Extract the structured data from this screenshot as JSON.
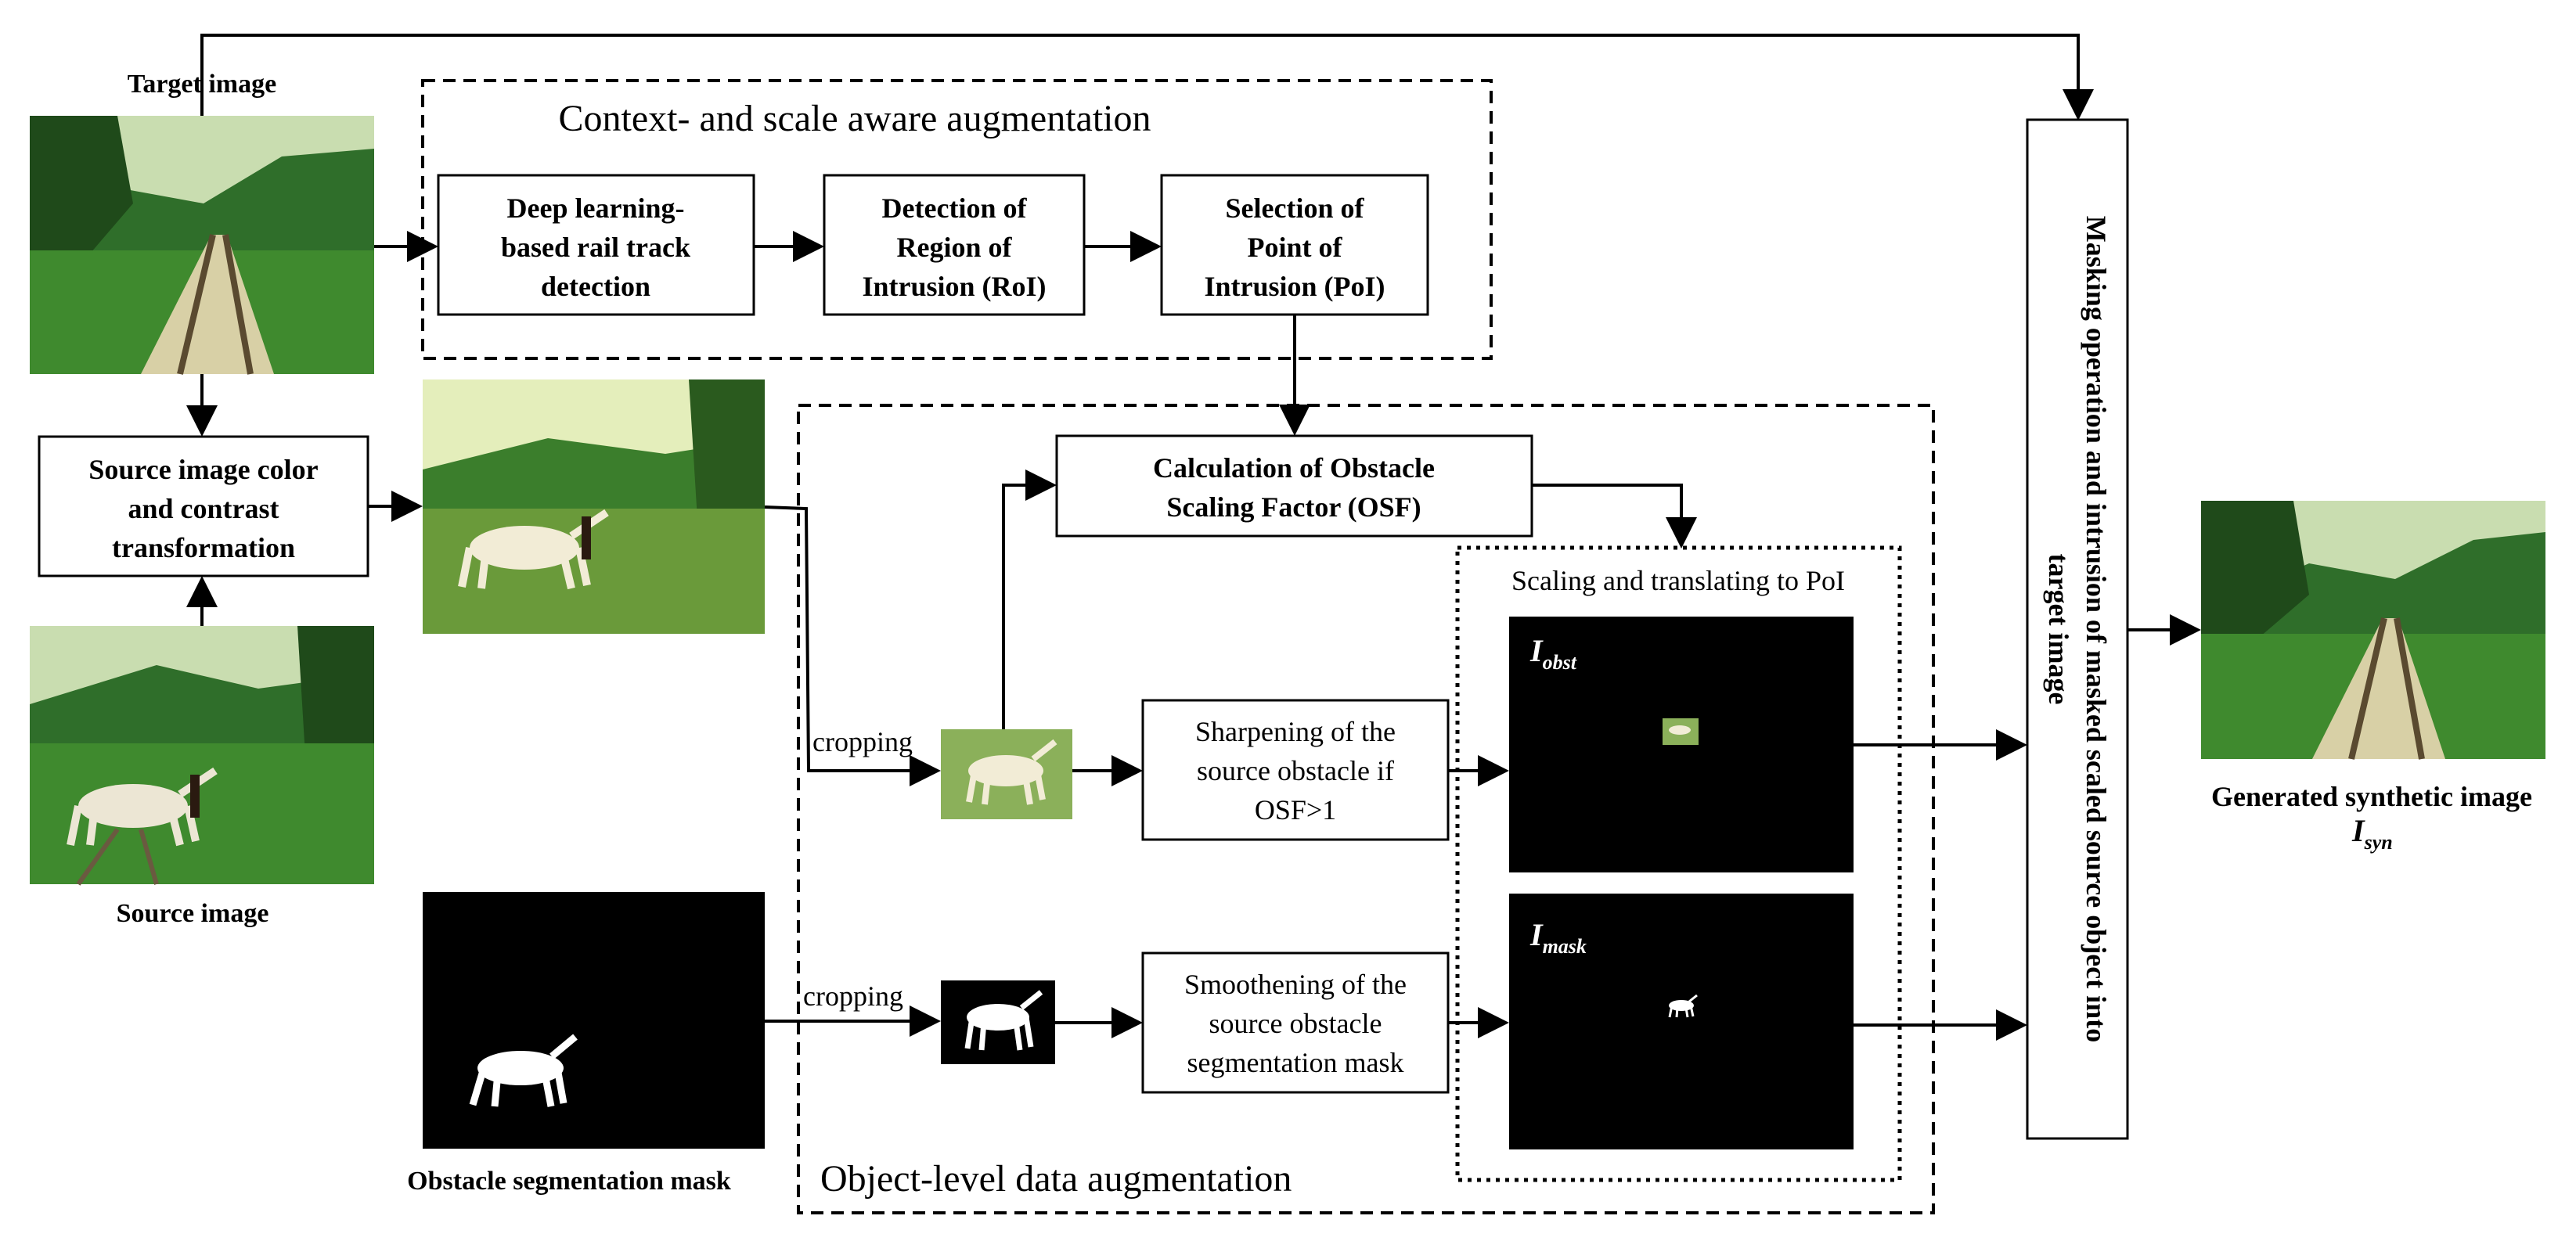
{
  "labels": {
    "target_image": "Target image",
    "source_image": "Source image",
    "obstacle_mask": "Obstacle segmentation mask",
    "generated_image": "Generated synthetic image",
    "generated_symbol": "I",
    "generated_symbol_sub": "syn"
  },
  "groups": {
    "context_aug": "Context- and scale aware augmentation",
    "object_aug": "Object-level  data augmentation",
    "scaling_translating": "Scaling and translating to PoI"
  },
  "boxes": {
    "rail_detection": [
      "Deep learning-",
      "based rail track",
      "detection"
    ],
    "roi_detection": [
      "Detection of",
      "Region of",
      "Intrusion (RoI)"
    ],
    "poi_selection": [
      "Selection of",
      "Point of",
      "Intrusion (PoI)"
    ],
    "color_transform": [
      "Source image color",
      "and contrast",
      "transformation"
    ],
    "osf_calc": [
      "Calculation of Obstacle",
      "Scaling Factor (OSF)"
    ],
    "sharpening": [
      "Sharpening of the",
      "source obstacle if",
      "OSF>1"
    ],
    "smoothening": [
      "Smoothening of the",
      "source obstacle",
      "segmentation mask"
    ],
    "masking": [
      "Masking operation and intrusion of masked scaled source object into",
      "target image"
    ]
  },
  "edge_labels": {
    "crop_top": "cropping",
    "crop_bottom": "cropping"
  },
  "panels": {
    "obst_symbol": "I",
    "obst_sub": "obst",
    "mask_symbol": "I",
    "mask_sub": "mask"
  },
  "colors": {
    "sky": "#c9ddb0",
    "mountain": "#2f6e2a",
    "foliage": "#3f8a2e",
    "foliage_dark": "#1f4a1a",
    "ground": "#5e8a3a",
    "rail": "#d8d0a6",
    "horse": "#ece6d4",
    "black": "#000000",
    "white": "#ffffff"
  }
}
